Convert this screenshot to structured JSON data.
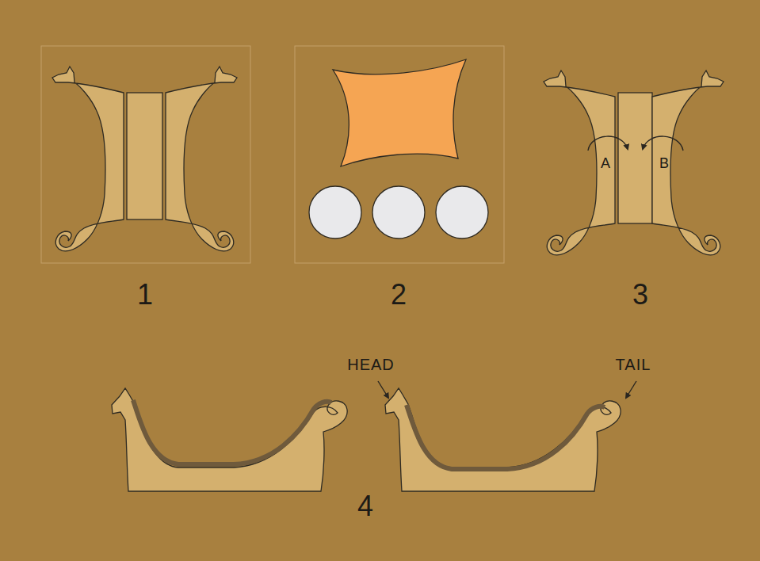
{
  "diagram": {
    "labels": [
      "A",
      "B",
      "1",
      "2",
      "3",
      "HEAD",
      "TAIL",
      "4"
    ]
  }
}
